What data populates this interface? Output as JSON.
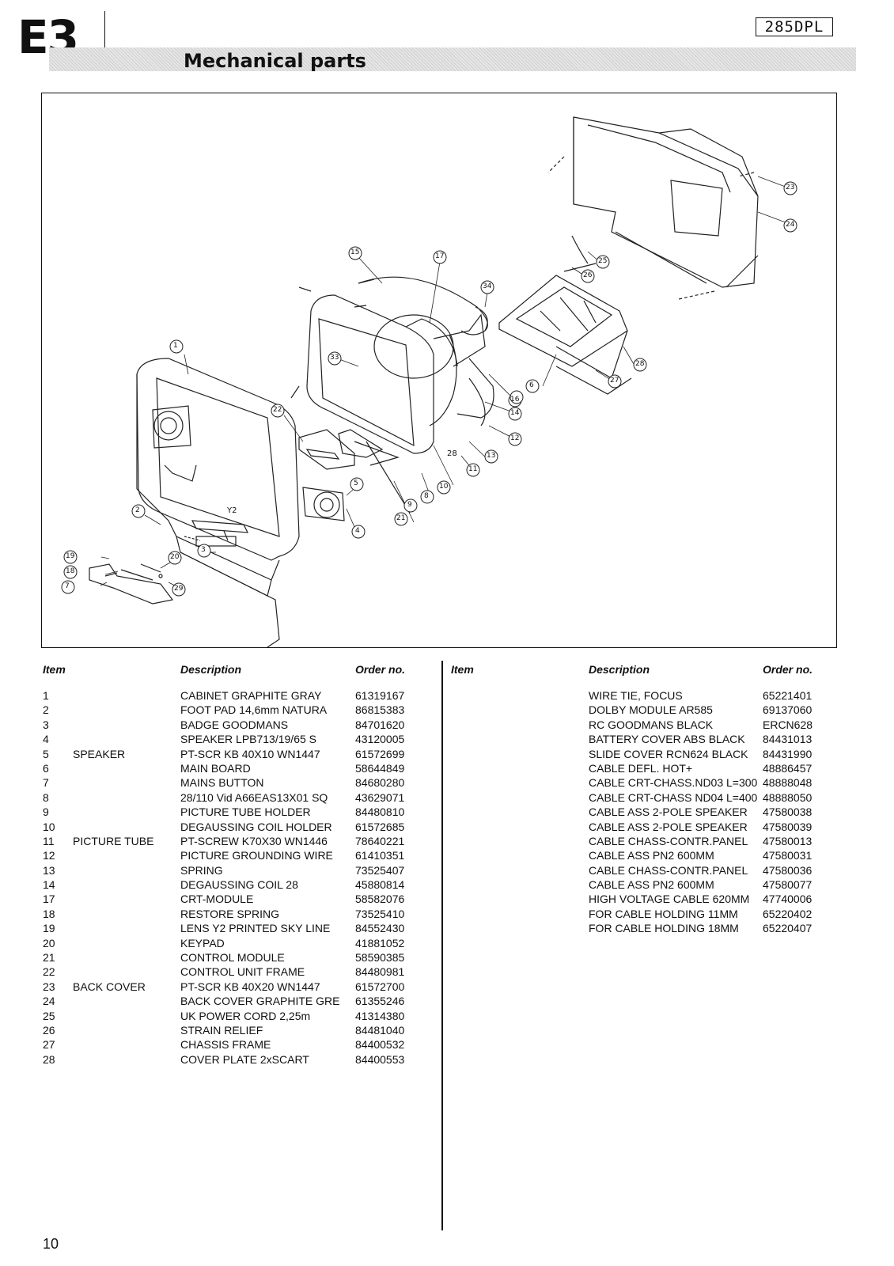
{
  "header": {
    "section_id": "E3",
    "title": "Mechanical parts",
    "model": "285DPL"
  },
  "diagram": {
    "callouts": [
      "1",
      "2",
      "3",
      "4",
      "5",
      "6",
      "7",
      "8",
      "9",
      "10",
      "11",
      "12",
      "13",
      "14",
      "15",
      "16",
      "17",
      "18",
      "19",
      "20",
      "21",
      "22",
      "23",
      "24",
      "25",
      "26",
      "27",
      "28",
      "29",
      "33",
      "34"
    ],
    "inline_labels": [
      "Y2",
      "28"
    ]
  },
  "table_headers": {
    "item": "Item",
    "description": "Description",
    "order_no": "Order no."
  },
  "left_parts": [
    {
      "item": "1",
      "group": "",
      "description": "CABINET GRAPHITE GRAY",
      "order_no": "61319167"
    },
    {
      "item": "2",
      "group": "",
      "description": "FOOT PAD 14,6mm NATURA",
      "order_no": "86815383"
    },
    {
      "item": "3",
      "group": "",
      "description": "BADGE GOODMANS",
      "order_no": "84701620"
    },
    {
      "item": "4",
      "group": "",
      "description": "SPEAKER LPB713/19/65 S",
      "order_no": "43120005"
    },
    {
      "item": "5",
      "group": "SPEAKER",
      "description": "PT-SCR KB 40X10 WN1447",
      "order_no": "61572699"
    },
    {
      "item": "6",
      "group": "",
      "description": "MAIN BOARD",
      "order_no": "58644849"
    },
    {
      "item": "7",
      "group": "",
      "description": "MAINS BUTTON",
      "order_no": "84680280"
    },
    {
      "item": "8",
      "group": "",
      "description": "28/110 Vid A66EAS13X01 SQ",
      "order_no": "43629071"
    },
    {
      "item": "9",
      "group": "",
      "description": "PICTURE TUBE HOLDER",
      "order_no": "84480810"
    },
    {
      "item": "10",
      "group": "",
      "description": "DEGAUSSING COIL HOLDER",
      "order_no": "61572685"
    },
    {
      "item": "11",
      "group": "PICTURE TUBE",
      "description": "PT-SCREW K70X30 WN1446",
      "order_no": "78640221"
    },
    {
      "item": "12",
      "group": "",
      "description": "PICTURE GROUNDING WIRE",
      "order_no": "61410351"
    },
    {
      "item": "13",
      "group": "",
      "description": "SPRING",
      "order_no": "73525407"
    },
    {
      "item": "14",
      "group": "",
      "description": "DEGAUSSING COIL 28",
      "order_no": "45880814"
    },
    {
      "item": "17",
      "group": "",
      "description": "CRT-MODULE",
      "order_no": "58582076"
    },
    {
      "item": "18",
      "group": "",
      "description": "RESTORE SPRING",
      "order_no": "73525410"
    },
    {
      "item": "19",
      "group": "",
      "description": "LENS Y2 PRINTED SKY LINE",
      "order_no": "84552430"
    },
    {
      "item": "20",
      "group": "",
      "description": "KEYPAD",
      "order_no": "41881052"
    },
    {
      "item": "21",
      "group": "",
      "description": "CONTROL MODULE",
      "order_no": "58590385"
    },
    {
      "item": "22",
      "group": "",
      "description": "CONTROL UNIT FRAME",
      "order_no": "84480981"
    },
    {
      "item": "23",
      "group": "BACK COVER",
      "description": "PT-SCR KB 40X20 WN1447",
      "order_no": "61572700"
    },
    {
      "item": "24",
      "group": "",
      "description": "BACK COVER GRAPHITE GRE",
      "order_no": "61355246"
    },
    {
      "item": "25",
      "group": "",
      "description": "UK POWER CORD 2,25m",
      "order_no": "41314380"
    },
    {
      "item": "26",
      "group": "",
      "description": "STRAIN RELIEF",
      "order_no": "84481040"
    },
    {
      "item": "27",
      "group": "",
      "description": "CHASSIS FRAME",
      "order_no": "84400532"
    },
    {
      "item": "28",
      "group": "",
      "description": "COVER PLATE 2xSCART",
      "order_no": "84400553"
    }
  ],
  "right_parts": [
    {
      "item": "",
      "description": "WIRE TIE, FOCUS",
      "order_no": "65221401"
    },
    {
      "item": "",
      "description": "DOLBY MODULE AR585",
      "order_no": "69137060"
    },
    {
      "item": "",
      "description": "RC GOODMANS BLACK",
      "order_no": "ERCN628"
    },
    {
      "item": "",
      "description": "BATTERY COVER ABS BLACK",
      "order_no": "84431013"
    },
    {
      "item": "",
      "description": "SLIDE COVER RCN624 BLACK",
      "order_no": "84431990"
    },
    {
      "item": "",
      "description": "CABLE DEFL.  HOT+",
      "order_no": "48886457"
    },
    {
      "item": "",
      "description": "CABLE CRT-CHASS.ND03 L=300",
      "order_no": "48888048"
    },
    {
      "item": "",
      "description": "CABLE CRT-CHASS ND04 L=400",
      "order_no": "48888050"
    },
    {
      "item": "",
      "description": "CABLE ASS  2-POLE SPEAKER",
      "order_no": "47580038"
    },
    {
      "item": "",
      "description": "CABLE ASS  2-POLE SPEAKER",
      "order_no": "47580039"
    },
    {
      "item": "",
      "description": "CABLE CHASS-CONTR.PANEL",
      "order_no": "47580013"
    },
    {
      "item": "",
      "description": "CABLE ASS PN2 600MM",
      "order_no": "47580031"
    },
    {
      "item": "",
      "description": "CABLE CHASS-CONTR.PANEL",
      "order_no": "47580036"
    },
    {
      "item": "",
      "description": "CABLE ASS PN2 600MM",
      "order_no": "47580077"
    },
    {
      "item": "",
      "description": "HIGH VOLTAGE CABLE 620MM",
      "order_no": "47740006"
    },
    {
      "item": "",
      "description": "FOR CABLE HOLDING  11MM",
      "order_no": "65220402"
    },
    {
      "item": "",
      "description": "FOR CABLE HOLDING  18MM",
      "order_no": "65220407"
    }
  ],
  "footer": {
    "page_number": "10"
  }
}
